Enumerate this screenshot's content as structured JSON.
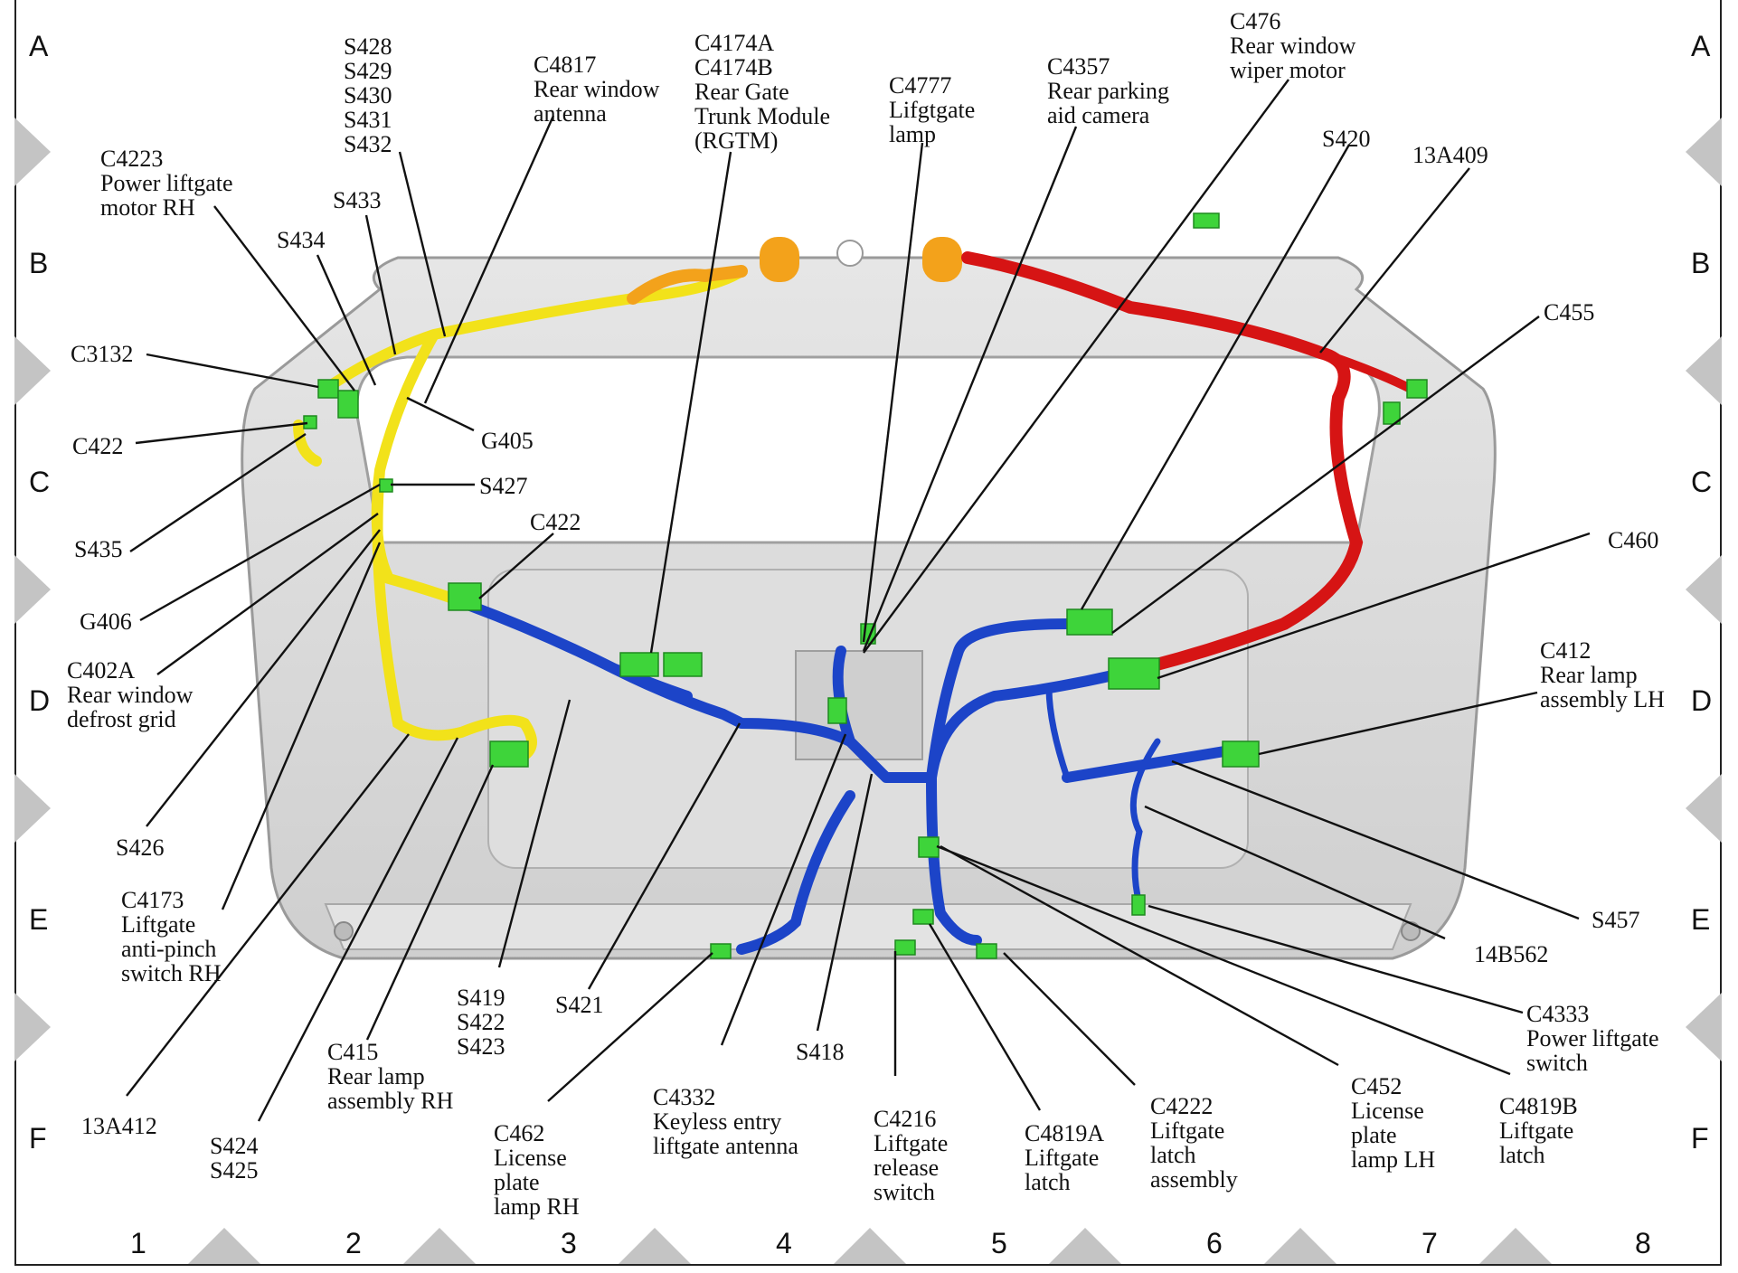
{
  "grid": {
    "rows": [
      "A",
      "B",
      "C",
      "D",
      "E",
      "F"
    ],
    "cols": [
      "1",
      "2",
      "3",
      "4",
      "5",
      "6",
      "7",
      "8"
    ]
  },
  "colors": {
    "wire_yellow": "#f2e21a",
    "wire_orange": "#f3a21b",
    "wire_red": "#d61414",
    "wire_blue": "#1c44c8",
    "connector_green": "#3ed43a",
    "frame_gray": "#dcdcdc"
  },
  "labels": [
    {
      "id": "c4223",
      "lines": [
        "C4223",
        "Power liftgate",
        "motor RH"
      ]
    },
    {
      "id": "s428",
      "lines": [
        "S428",
        "S429",
        "S430",
        "S431",
        "S432"
      ]
    },
    {
      "id": "c4817",
      "lines": [
        "C4817",
        "Rear window",
        "antenna"
      ]
    },
    {
      "id": "c4174",
      "lines": [
        "C4174A",
        "C4174B",
        "Rear Gate",
        "Trunk Module",
        "(RGTM)"
      ]
    },
    {
      "id": "c4777",
      "lines": [
        "C4777",
        "Lifgtgate",
        "lamp"
      ]
    },
    {
      "id": "c4357",
      "lines": [
        "C4357",
        "Rear parking",
        "aid camera"
      ]
    },
    {
      "id": "c476",
      "lines": [
        "C476",
        "Rear window",
        "wiper motor"
      ]
    },
    {
      "id": "s420",
      "lines": [
        "S420"
      ]
    },
    {
      "id": "13a409",
      "lines": [
        "13A409"
      ]
    },
    {
      "id": "s433",
      "lines": [
        "S433"
      ]
    },
    {
      "id": "s434",
      "lines": [
        "S434"
      ]
    },
    {
      "id": "c3132",
      "lines": [
        "C3132"
      ]
    },
    {
      "id": "c455",
      "lines": [
        "C455"
      ]
    },
    {
      "id": "c422a",
      "lines": [
        "C422"
      ]
    },
    {
      "id": "g405",
      "lines": [
        "G405"
      ]
    },
    {
      "id": "s427",
      "lines": [
        "S427"
      ]
    },
    {
      "id": "s435",
      "lines": [
        "S435"
      ]
    },
    {
      "id": "c422b",
      "lines": [
        "C422"
      ]
    },
    {
      "id": "c460",
      "lines": [
        "C460"
      ]
    },
    {
      "id": "g406",
      "lines": [
        "G406"
      ]
    },
    {
      "id": "c402a",
      "lines": [
        "C402A",
        "Rear window",
        "defrost grid"
      ]
    },
    {
      "id": "c412",
      "lines": [
        "C412",
        "Rear lamp",
        "assembly LH"
      ]
    },
    {
      "id": "s426",
      "lines": [
        "S426"
      ]
    },
    {
      "id": "c4173",
      "lines": [
        "C4173",
        "Liftgate",
        "anti-pinch",
        "switch RH"
      ]
    },
    {
      "id": "s457",
      "lines": [
        "S457"
      ]
    },
    {
      "id": "14b562",
      "lines": [
        "14B562"
      ]
    },
    {
      "id": "s419",
      "lines": [
        "S419",
        "S422",
        "S423"
      ]
    },
    {
      "id": "s421",
      "lines": [
        "S421"
      ]
    },
    {
      "id": "c4333",
      "lines": [
        "C4333",
        "Power liftgate",
        "switch"
      ]
    },
    {
      "id": "s418",
      "lines": [
        "S418"
      ]
    },
    {
      "id": "c415",
      "lines": [
        "C415",
        "Rear lamp",
        "assembly RH"
      ]
    },
    {
      "id": "c452",
      "lines": [
        "C452",
        "License",
        "plate",
        "lamp LH"
      ]
    },
    {
      "id": "c4819b",
      "lines": [
        "C4819B",
        "Liftgate",
        "latch"
      ]
    },
    {
      "id": "c4332",
      "lines": [
        "C4332",
        "Keyless entry",
        "liftgate antenna"
      ]
    },
    {
      "id": "c4222",
      "lines": [
        "C4222",
        "Liftgate",
        "latch",
        "assembly"
      ]
    },
    {
      "id": "13a412",
      "lines": [
        "13A412"
      ]
    },
    {
      "id": "c4216",
      "lines": [
        "C4216",
        "Liftgate",
        "release",
        "switch"
      ]
    },
    {
      "id": "c4819a",
      "lines": [
        "C4819A",
        "Liftgate",
        "latch"
      ]
    },
    {
      "id": "c462",
      "lines": [
        "C462",
        "License",
        "plate",
        "lamp RH"
      ]
    },
    {
      "id": "s424",
      "lines": [
        "S424",
        "S425"
      ]
    }
  ]
}
